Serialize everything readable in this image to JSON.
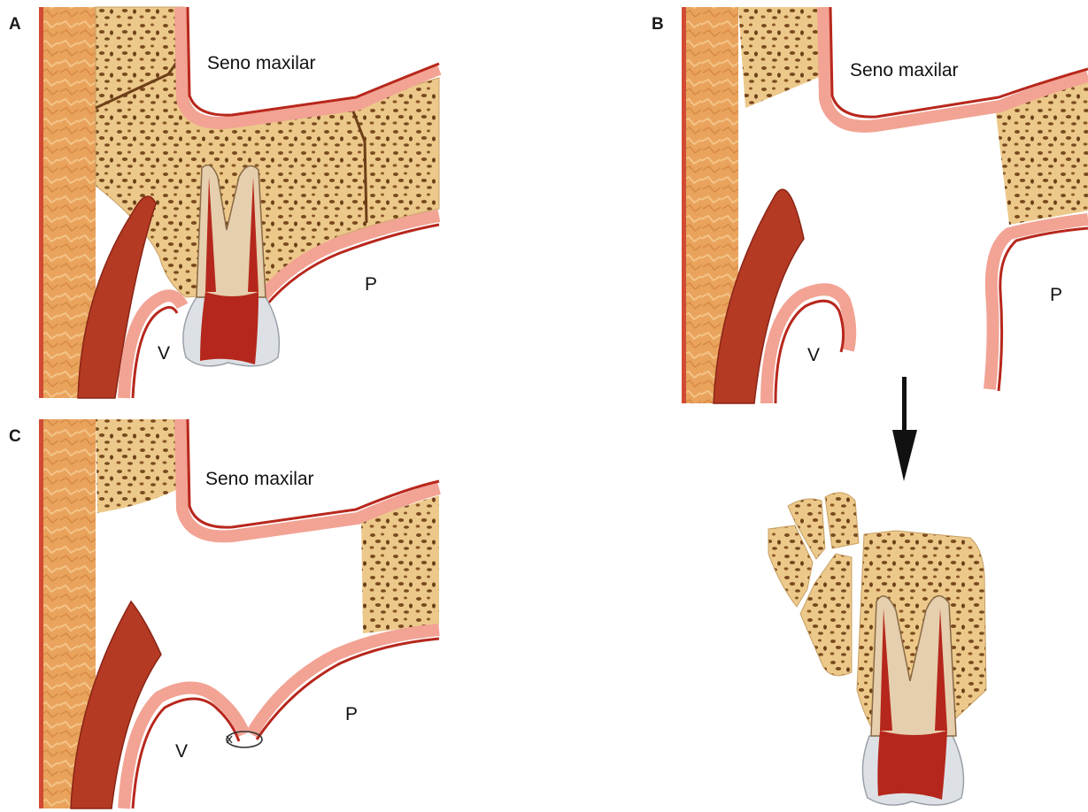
{
  "panels": [
    {
      "id": "A",
      "label": "A",
      "sinus_label": "Seno maxilar",
      "vestibular": "V",
      "palatal": "P"
    },
    {
      "id": "B",
      "label": "B",
      "sinus_label": "Seno maxilar",
      "vestibular": "V",
      "palatal": "P"
    },
    {
      "id": "C",
      "label": "C",
      "sinus_label": "Seno maxilar",
      "vestibular": "V",
      "palatal": "P"
    }
  ],
  "colors": {
    "skin": "#e9a35d",
    "bone": "#ecc98a",
    "bone_pore": "#7a4a1f",
    "mucosa": "#f2a394",
    "mucosa_edge": "#b8271c",
    "muscle": "#b43a24",
    "tooth_crown": "#dde1e6",
    "pulp": "#b5271c",
    "dentin": "#e6cfae",
    "arrow": "#111111"
  },
  "icons": [
    "arrow-down-icon",
    "suture-icon"
  ]
}
